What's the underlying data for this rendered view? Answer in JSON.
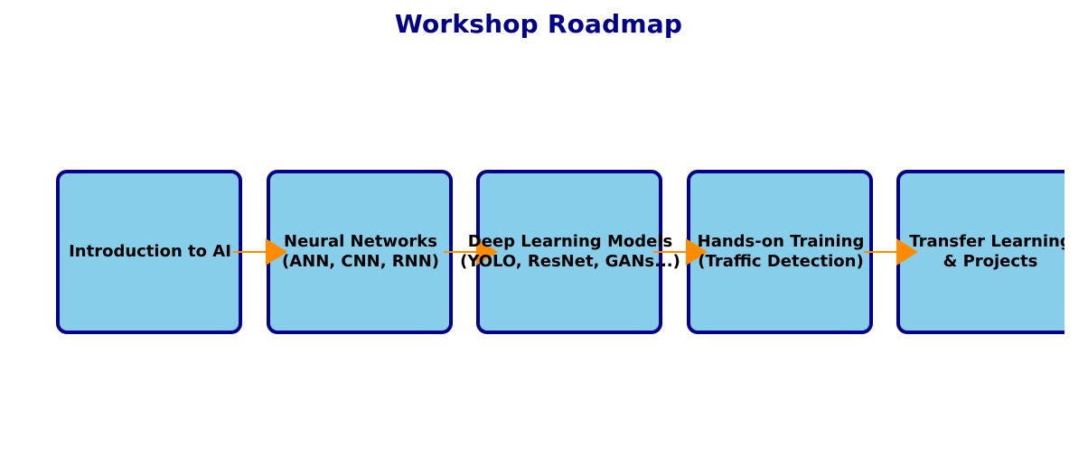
{
  "diagram": {
    "title": "Workshop Roadmap",
    "colors": {
      "title": "#00008b",
      "box_fill": "#87ceeb",
      "box_border": "#00008b",
      "arrow": "#ff8c00",
      "text": "#000000"
    },
    "steps": [
      {
        "label": "Introduction to AI"
      },
      {
        "label": "Neural Networks\n(ANN, CNN, RNN)"
      },
      {
        "label": "Deep Learning Models\n(YOLO, ResNet, GANs...)"
      },
      {
        "label": "Hands-on Training\n(Traffic Detection)"
      },
      {
        "label": "Transfer Learning\n& Projects"
      }
    ],
    "connections": [
      {
        "from": 0,
        "to": 1
      },
      {
        "from": 1,
        "to": 2
      },
      {
        "from": 2,
        "to": 3
      },
      {
        "from": 3,
        "to": 4
      }
    ]
  }
}
